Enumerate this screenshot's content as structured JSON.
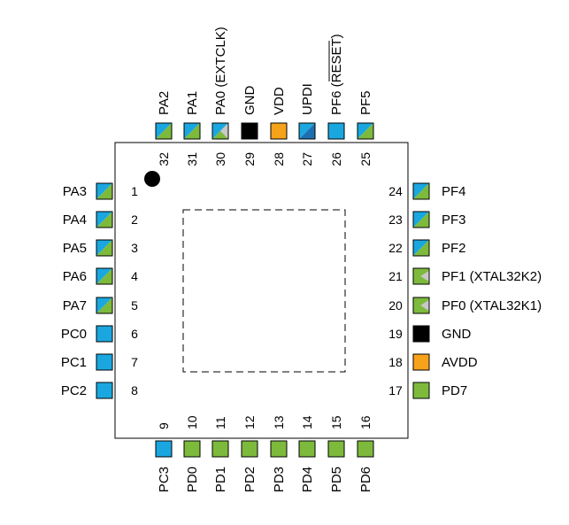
{
  "colors": {
    "blue": "#1AA7E0",
    "green": "#7DBA3C",
    "grey": "#C8C8C8",
    "black": "#000000",
    "orange": "#F7A21B",
    "outline": "#000000",
    "body": "#ffffff"
  },
  "pins": [
    {
      "num": "1",
      "label": "PA3",
      "side": "left",
      "style": "blue-green"
    },
    {
      "num": "2",
      "label": "PA4",
      "side": "left",
      "style": "blue-green"
    },
    {
      "num": "3",
      "label": "PA5",
      "side": "left",
      "style": "blue-green"
    },
    {
      "num": "4",
      "label": "PA6",
      "side": "left",
      "style": "blue-green"
    },
    {
      "num": "5",
      "label": "PA7",
      "side": "left",
      "style": "blue-green"
    },
    {
      "num": "6",
      "label": "PC0",
      "side": "left",
      "style": "blue"
    },
    {
      "num": "7",
      "label": "PC1",
      "side": "left",
      "style": "blue"
    },
    {
      "num": "8",
      "label": "PC2",
      "side": "left",
      "style": "blue"
    },
    {
      "num": "9",
      "label": "PC3",
      "side": "bottom",
      "style": "blue"
    },
    {
      "num": "10",
      "label": "PD0",
      "side": "bottom",
      "style": "green"
    },
    {
      "num": "11",
      "label": "PD1",
      "side": "bottom",
      "style": "green"
    },
    {
      "num": "12",
      "label": "PD2",
      "side": "bottom",
      "style": "green"
    },
    {
      "num": "13",
      "label": "PD3",
      "side": "bottom",
      "style": "green"
    },
    {
      "num": "14",
      "label": "PD4",
      "side": "bottom",
      "style": "green"
    },
    {
      "num": "15",
      "label": "PD5",
      "side": "bottom",
      "style": "green"
    },
    {
      "num": "16",
      "label": "PD6",
      "side": "bottom",
      "style": "green"
    },
    {
      "num": "17",
      "label": "PD7",
      "side": "right",
      "style": "green"
    },
    {
      "num": "18",
      "label": "AVDD",
      "side": "right",
      "style": "orange"
    },
    {
      "num": "19",
      "label": "GND",
      "side": "right",
      "style": "black"
    },
    {
      "num": "20",
      "label": "PF0 (XTAL32K1)",
      "side": "right",
      "style": "green-grey"
    },
    {
      "num": "21",
      "label": "PF1 (XTAL32K2)",
      "side": "right",
      "style": "green-grey"
    },
    {
      "num": "22",
      "label": "PF2",
      "side": "right",
      "style": "blue-green"
    },
    {
      "num": "23",
      "label": "PF3",
      "side": "right",
      "style": "blue-green"
    },
    {
      "num": "24",
      "label": "PF4",
      "side": "right",
      "style": "blue-green"
    },
    {
      "num": "25",
      "label": "PF5",
      "side": "top",
      "style": "blue-green"
    },
    {
      "num": "26",
      "label": "PF6 (RESET)",
      "side": "top",
      "style": "blue"
    },
    {
      "num": "27",
      "label": "UPDI",
      "side": "top",
      "style": "blue-dark"
    },
    {
      "num": "28",
      "label": "VDD",
      "side": "top",
      "style": "orange"
    },
    {
      "num": "29",
      "label": "GND",
      "side": "top",
      "style": "black"
    },
    {
      "num": "30",
      "label": "PA0 (EXTCLK)",
      "side": "top",
      "style": "blue-grey"
    },
    {
      "num": "31",
      "label": "PA1",
      "side": "top",
      "style": "blue-green"
    },
    {
      "num": "32",
      "label": "PA2",
      "side": "top",
      "style": "blue-green"
    }
  ]
}
